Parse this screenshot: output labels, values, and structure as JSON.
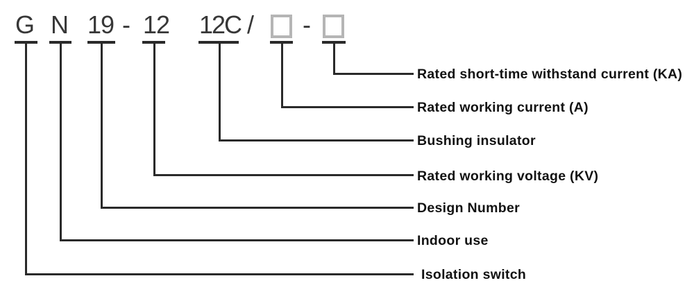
{
  "code": {
    "series_letter": "G",
    "indoor_letter": "N",
    "design_number": "19",
    "dash1": "-",
    "voltage": "12",
    "bushing_code": "12C",
    "slash": "/",
    "dash2": "-"
  },
  "icons": {
    "placeholder_box": "empty-square-outline"
  },
  "entries": [
    {
      "segment": "G",
      "label": "Isolation switch"
    },
    {
      "segment": "N",
      "label": "Indoor use"
    },
    {
      "segment": "19",
      "label": "Design Number"
    },
    {
      "segment": "12",
      "label": "Rated working voltage (KV)"
    },
    {
      "segment": "12C",
      "label": "Bushing insulator"
    },
    {
      "segment": "box",
      "label": "Rated working current (A)"
    },
    {
      "segment": "box",
      "label": "Rated short-time withstand current (KA)"
    }
  ],
  "colors": {
    "background": "#ffffff",
    "code_text": "#373737",
    "connector_line": "#2a2a2a",
    "label_text": "#121212",
    "placeholder_border": "#b5b5b5"
  }
}
